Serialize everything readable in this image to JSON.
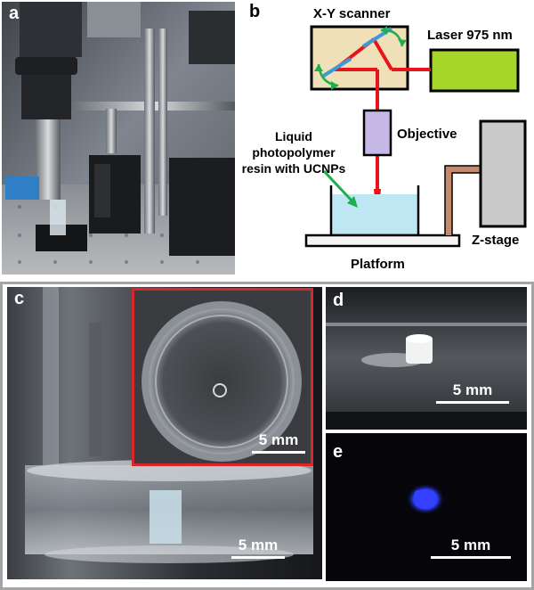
{
  "panels": {
    "a": {
      "label": "a"
    },
    "b": {
      "label": "b"
    },
    "c": {
      "label": "c"
    },
    "d": {
      "label": "d"
    },
    "e": {
      "label": "e"
    }
  },
  "schematic": {
    "scanner": "X-Y scanner",
    "laser": "Laser 975 nm",
    "objective": "Objective",
    "resin_line1": "Liquid",
    "resin_line2": "photopolymer",
    "resin_line3": "resin with UCNPs",
    "zstage": "Z-stage",
    "platform": "Platform"
  },
  "scalebars": {
    "c_inset": "5 mm",
    "c_main": "5 mm",
    "d": "5 mm",
    "e": "5 mm"
  },
  "colors": {
    "laser_beam": "#e8141c",
    "laser_box": "#a6d62a",
    "scanner_box": "#efe0b8",
    "mirror": "#3d9ad6",
    "arrow_green": "#1fae4b",
    "objective": "#c6b8e6",
    "resin": "#bfe6f3",
    "zstage": "#c9c9c9",
    "arm": "#c48a6e",
    "inset_border": "#d9262c",
    "uv_glow": "#2f3dff"
  }
}
